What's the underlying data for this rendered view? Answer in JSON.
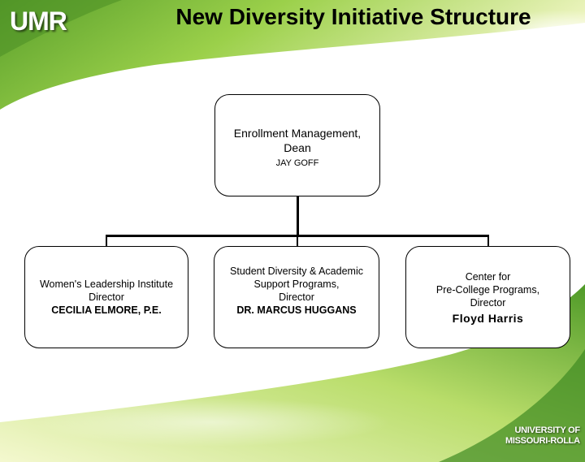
{
  "brand": {
    "logo_text": "UMR",
    "footer_line1": "UNIVERSITY OF",
    "footer_line2": "MISSOURI-ROLLA",
    "accent_green": "#8dc63f",
    "accent_yellow": "#e8f06a"
  },
  "title": "New Diversity Initiative Structure",
  "org_chart": {
    "top": {
      "line1": "Enrollment Management,",
      "line2": "Dean",
      "name": "JAY GOFF"
    },
    "left": {
      "line1": "Women's Leadership Institute",
      "line2": "Director",
      "name": "CECILIA ELMORE, P.E."
    },
    "middle": {
      "line1": "Student Diversity & Academic",
      "line2": "Support Programs,",
      "line3": "Director",
      "name": "DR. MARCUS HUGGANS"
    },
    "right": {
      "line1": "Center for",
      "line2": "Pre-College Programs,",
      "line3": "Director",
      "name": "Floyd Harris"
    }
  }
}
